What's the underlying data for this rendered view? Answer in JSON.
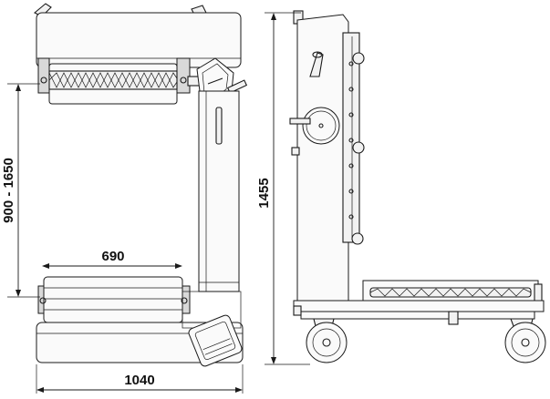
{
  "dimensions": {
    "bottom_width": "1040",
    "inner_width": "690",
    "adjustable_height": "900 - 1650",
    "overall_height": "1455"
  }
}
